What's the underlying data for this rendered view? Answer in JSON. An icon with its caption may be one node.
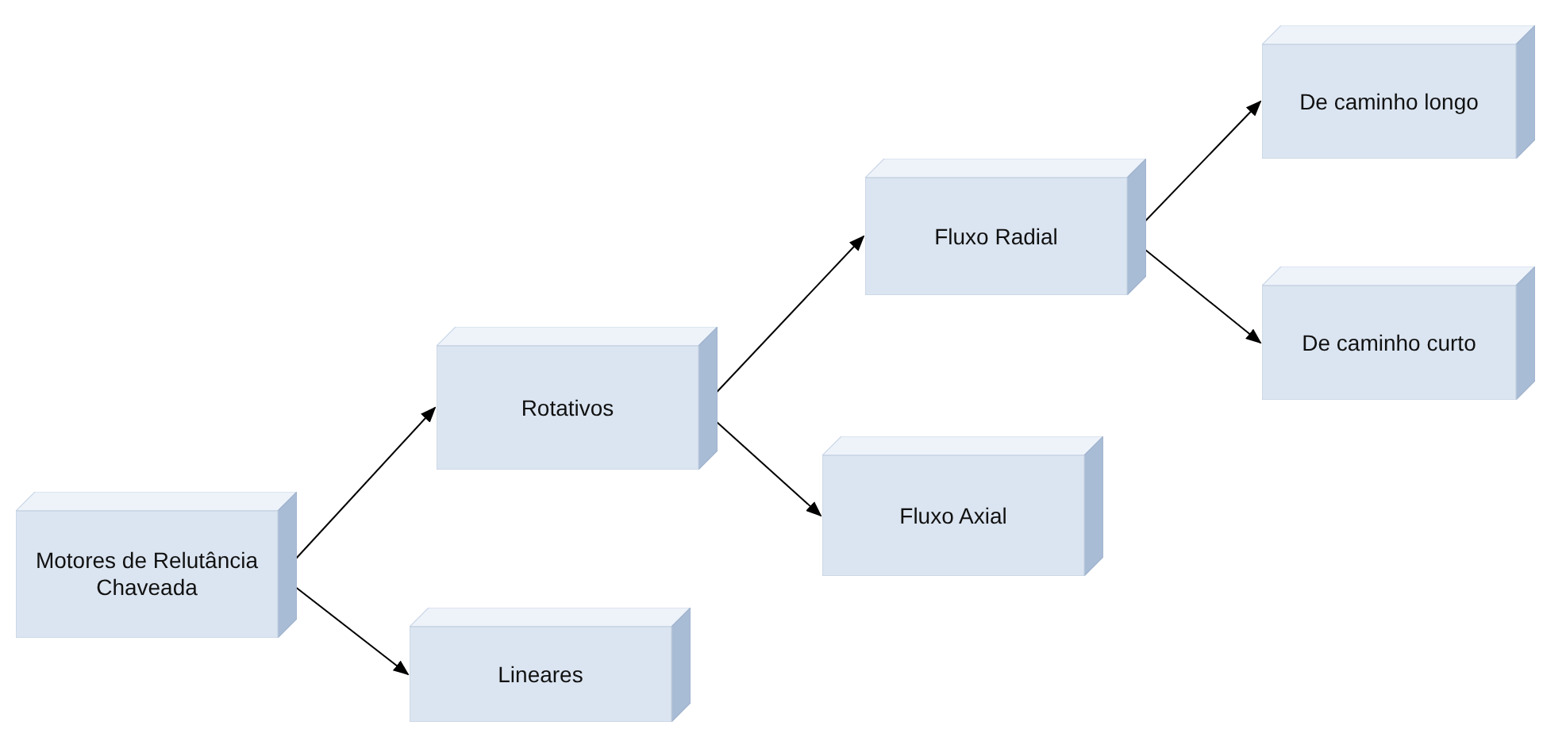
{
  "diagram": {
    "nodes": [
      {
        "text": [
          "Motores de Relutância Chaveada"
        ]
      },
      {
        "text": [
          "Rotativos"
        ]
      },
      {
        "text": [
          "Lineares"
        ]
      },
      {
        "text": [
          "Fluxo Radial"
        ]
      },
      {
        "text": [
          "Fluxo Axial"
        ]
      },
      {
        "text": [
          "De caminho longo"
        ]
      },
      {
        "text": [
          "De caminho curto"
        ]
      }
    ],
    "edges": [
      {
        "from": 0,
        "to": 1,
        "arrow": "to"
      },
      {
        "from": 0,
        "to": 2,
        "arrow": "to"
      },
      {
        "from": 1,
        "to": 3,
        "arrow": "to"
      },
      {
        "from": 1,
        "to": 4,
        "arrow": "to"
      },
      {
        "from": 3,
        "to": 5,
        "arrow": "to"
      },
      {
        "from": 3,
        "to": 6,
        "arrow": "to"
      }
    ]
  }
}
